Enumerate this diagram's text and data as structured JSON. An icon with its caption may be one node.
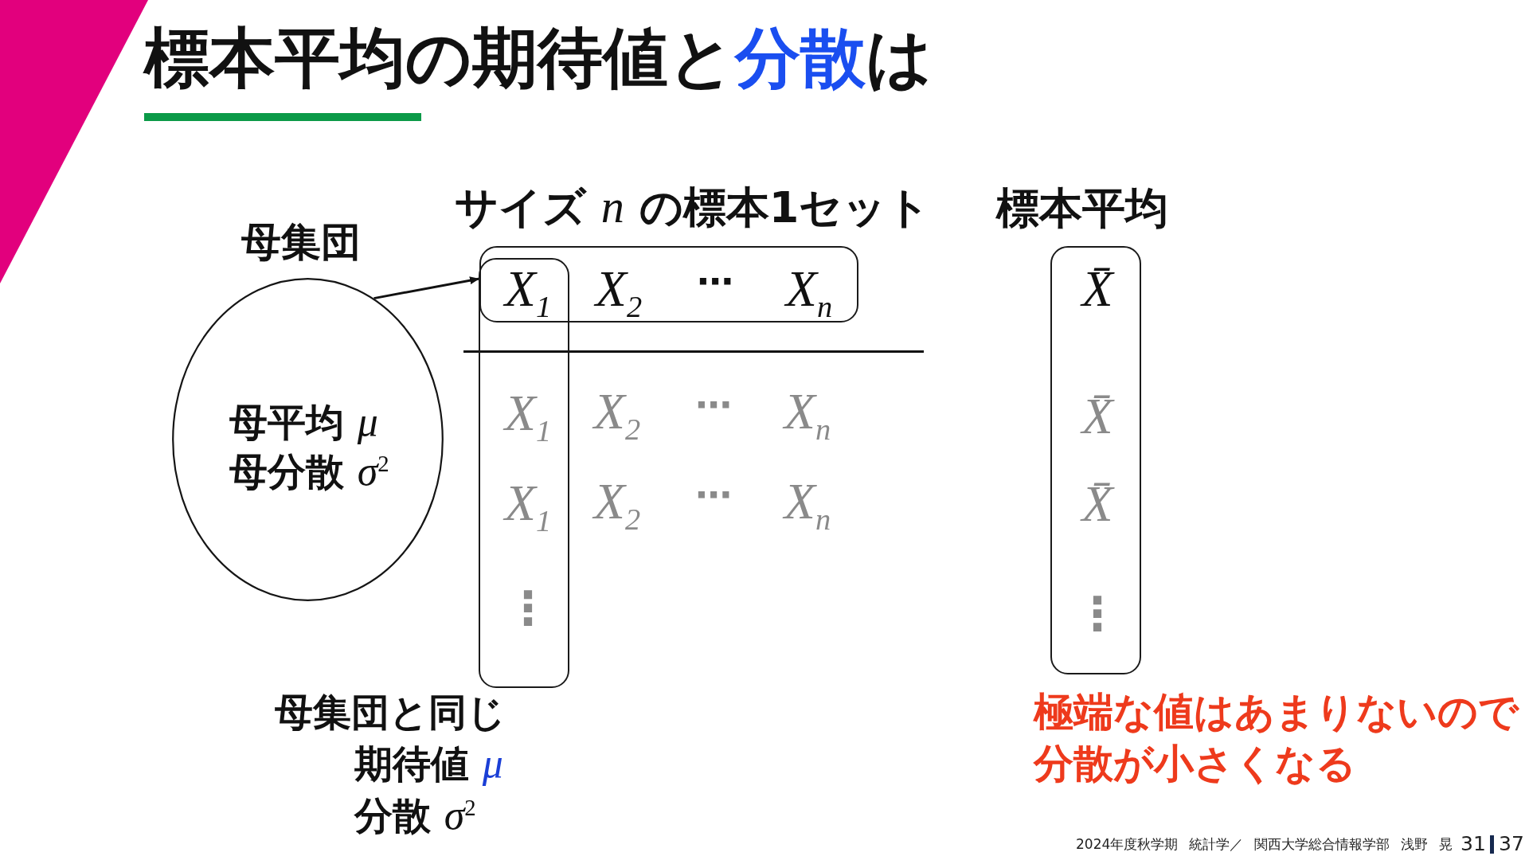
{
  "diagram": {
    "title": "標本平均の期待値と**分散**は",
    "nodes": [
      {
        "text": [
          "母集団",
          "母平均 *μ*",
          "母分散 *σ*$^{2}$"
        ]
      },
      {
        "text": [
          "サイズ *n* の標本1セット",
          "X$_{2}$",
          "⋯",
          "X$_{n}$"
        ]
      },
      {
        "text": [
          "X$_{1}$",
          "X$_{1}$",
          "X$_{1}$",
          "⋮"
        ],
        "beside": [
          "母集団と同じ",
          "期待値 *μ*",
          "分散 *σ*$^{2}$"
        ]
      },
      {
        "text": [
          "標本平均",
          "X̄",
          "X̄",
          "X̄",
          "⋮"
        ]
      }
    ],
    "edges": [
      {
        "from": 0,
        "to": 1,
        "arrow": "to"
      }
    ],
    "labels": [
      "X$_{2}$",
      "⋯",
      "X$_{n}$",
      "X$_{2}$",
      "⋯",
      "X$_{n}$",
      "極端な値はあまりないので分散が小さくなる",
      "2024年度秋学期 統計学／ 関西大学総合情報学部 浅野 晃",
      "31",
      "37"
    ]
  }
}
